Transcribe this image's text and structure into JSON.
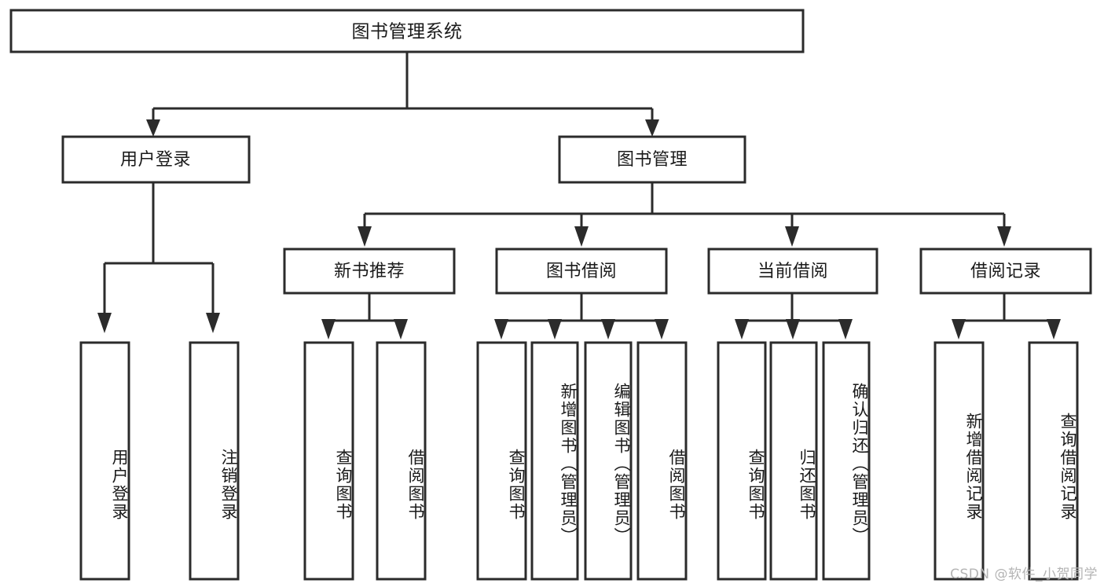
{
  "diagram": {
    "type": "tree-hierarchy",
    "title": "图书管理系统",
    "watermark": "CSDN @软件_小贺同学",
    "root": {
      "id": "root",
      "label": "图书管理系统",
      "level": 1
    },
    "level2": [
      {
        "id": "user-login",
        "label": "用户登录"
      },
      {
        "id": "book-management",
        "label": "图书管理"
      }
    ],
    "level3": [
      {
        "id": "new-book-recommend",
        "label": "新书推荐",
        "parent": "book-management"
      },
      {
        "id": "book-borrow",
        "label": "图书借阅",
        "parent": "book-management"
      },
      {
        "id": "current-borrow",
        "label": "当前借阅",
        "parent": "book-management"
      },
      {
        "id": "borrow-record",
        "label": "借阅记录",
        "parent": "book-management"
      }
    ],
    "leaves": {
      "user-login": [
        {
          "id": "leaf-user-login",
          "label": "用户登录"
        },
        {
          "id": "leaf-user-logout",
          "label": "注销登录"
        }
      ],
      "new-book-recommend": [
        {
          "id": "leaf-query-book-1",
          "label": "查询图书"
        },
        {
          "id": "leaf-borrow-book-1",
          "label": "借阅图书"
        }
      ],
      "book-borrow": [
        {
          "id": "leaf-query-book-2",
          "label": "查询图书"
        },
        {
          "id": "leaf-add-book",
          "label": "新增图书（管理员）"
        },
        {
          "id": "leaf-edit-book",
          "label": "编辑图书（管理员）"
        },
        {
          "id": "leaf-borrow-book-2",
          "label": "借阅图书"
        }
      ],
      "current-borrow": [
        {
          "id": "leaf-query-book-3",
          "label": "查询图书"
        },
        {
          "id": "leaf-return-book",
          "label": "归还图书"
        },
        {
          "id": "leaf-confirm-return",
          "label": "确认归还（管理员）"
        }
      ],
      "borrow-record": [
        {
          "id": "leaf-add-record",
          "label": "新增借阅记录"
        },
        {
          "id": "leaf-query-record",
          "label": "查询借阅记录"
        }
      ]
    },
    "colors": {
      "stroke": "#2b2b2b",
      "fill": "#ffffff",
      "text": "#1a1a1a",
      "watermark": "#b4b4b4",
      "background": "#ffffff"
    }
  }
}
